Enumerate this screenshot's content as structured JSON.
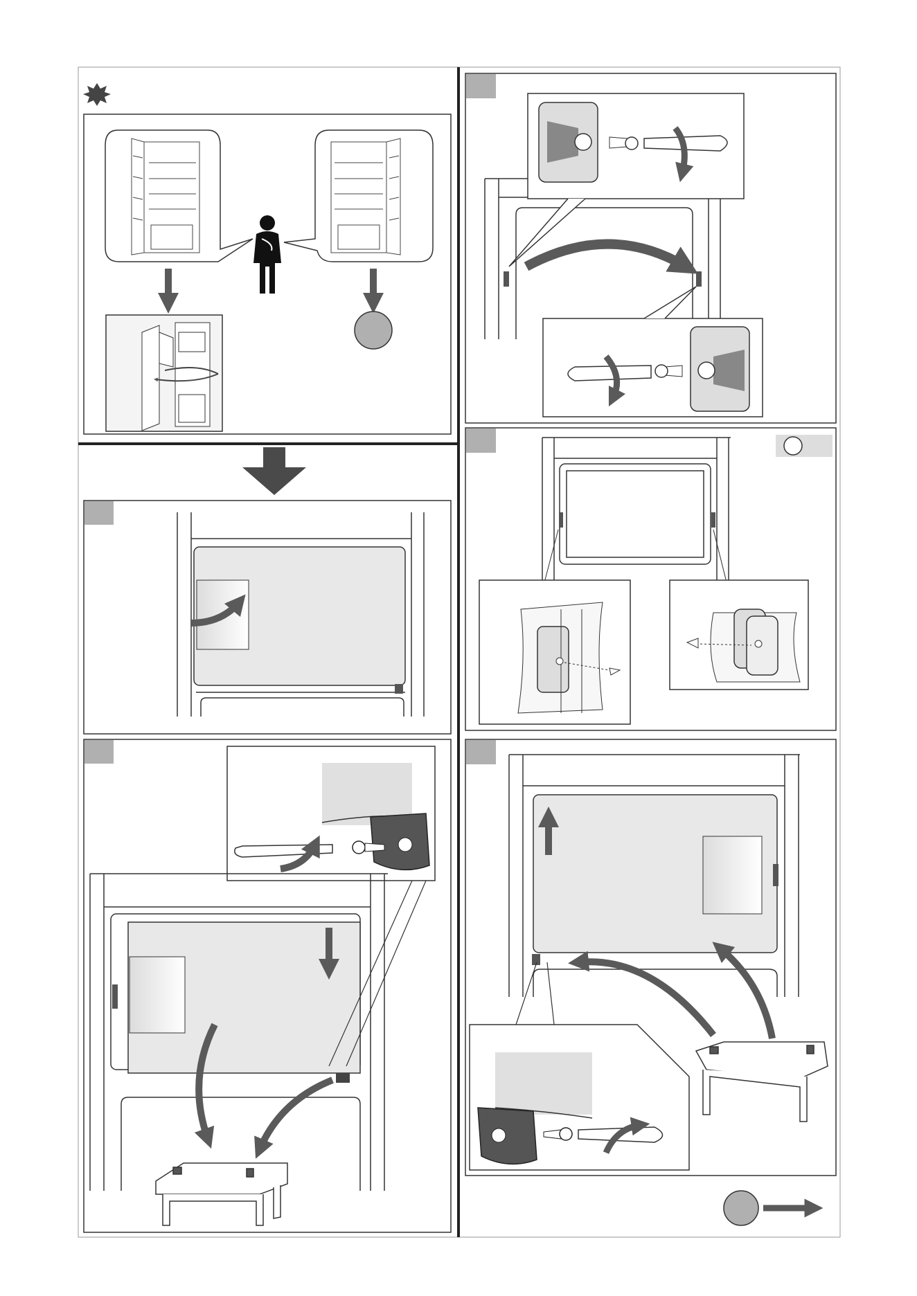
{
  "colors": {
    "arrow": "#5a5a5a",
    "badge": "#b0b0b0",
    "door_fill": "#e8e8e8",
    "line": "#333333",
    "frame": "#555555"
  },
  "panels": [
    {
      "id": "warning",
      "icon": "warning-star-icon",
      "badge": ""
    },
    {
      "id": "step-1",
      "badge": ""
    },
    {
      "id": "step-2",
      "badge": ""
    },
    {
      "id": "step-3",
      "badge": ""
    },
    {
      "id": "step-4",
      "badge": ""
    },
    {
      "id": "step-5",
      "badge": ""
    }
  ],
  "footer": {
    "text": ""
  }
}
